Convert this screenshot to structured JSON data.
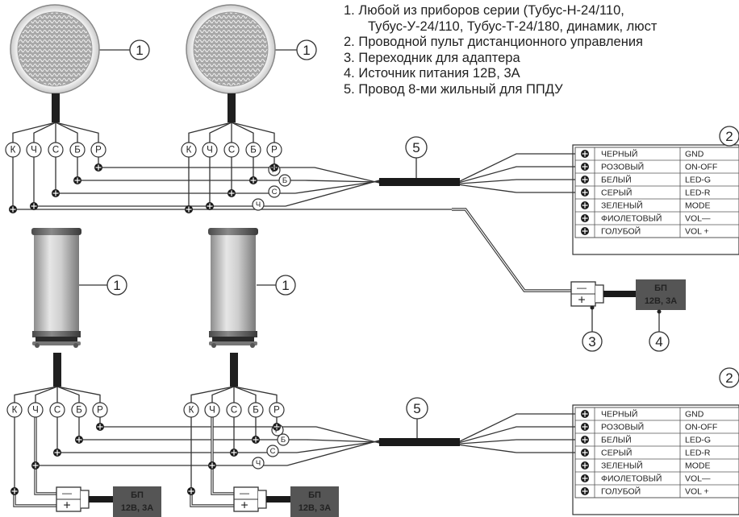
{
  "legend": [
    {
      "num": "1.",
      "lines": [
        "Любой из приборов серии (Тубус-Н-24/110,",
        "Тубус-У-24/110, Тубус-Т-24/180, динамик, люст"
      ]
    },
    {
      "num": "2.",
      "lines": [
        "Проводной пульт дистанционного управления"
      ]
    },
    {
      "num": "3.",
      "lines": [
        "Переходник для адаптера"
      ]
    },
    {
      "num": "4.",
      "lines": [
        "Источник питания 12В, 3А"
      ]
    },
    {
      "num": "5.",
      "lines": [
        "Провод 8-ми жильный для ППДУ"
      ]
    }
  ],
  "callouts": {
    "device": "1",
    "remote": "2",
    "adapter": "3",
    "psu": "4",
    "cable": "5"
  },
  "wire_letters": [
    "К",
    "Ч",
    "С",
    "Б",
    "Р"
  ],
  "cable_tags": [
    "Р",
    "Б",
    "С",
    "Ч"
  ],
  "remote_rows": [
    {
      "color": "ЧЕРНЫЙ",
      "signal": "GND"
    },
    {
      "color": "РОЗОВЫЙ",
      "signal": "ON-OFF"
    },
    {
      "color": "БЕЛЫЙ",
      "signal": "LED-G"
    },
    {
      "color": "СЕРЫЙ",
      "signal": "LED-R"
    },
    {
      "color": "ЗЕЛЕНЫЙ",
      "signal": "MODE"
    },
    {
      "color": "ФИОЛЕТОВЫЙ",
      "signal": "VOL—"
    },
    {
      "color": "ГОЛУБОЙ",
      "signal": "VOL +"
    }
  ],
  "psu_label": [
    "БП",
    "12В, 3А"
  ],
  "adapter_signs": [
    "—",
    "+"
  ],
  "colors": {
    "line": "#333333",
    "cable": "#1a1a1a",
    "psu": "#555555",
    "stem": "#1f1f1f",
    "tube": "#bdbdbd"
  }
}
